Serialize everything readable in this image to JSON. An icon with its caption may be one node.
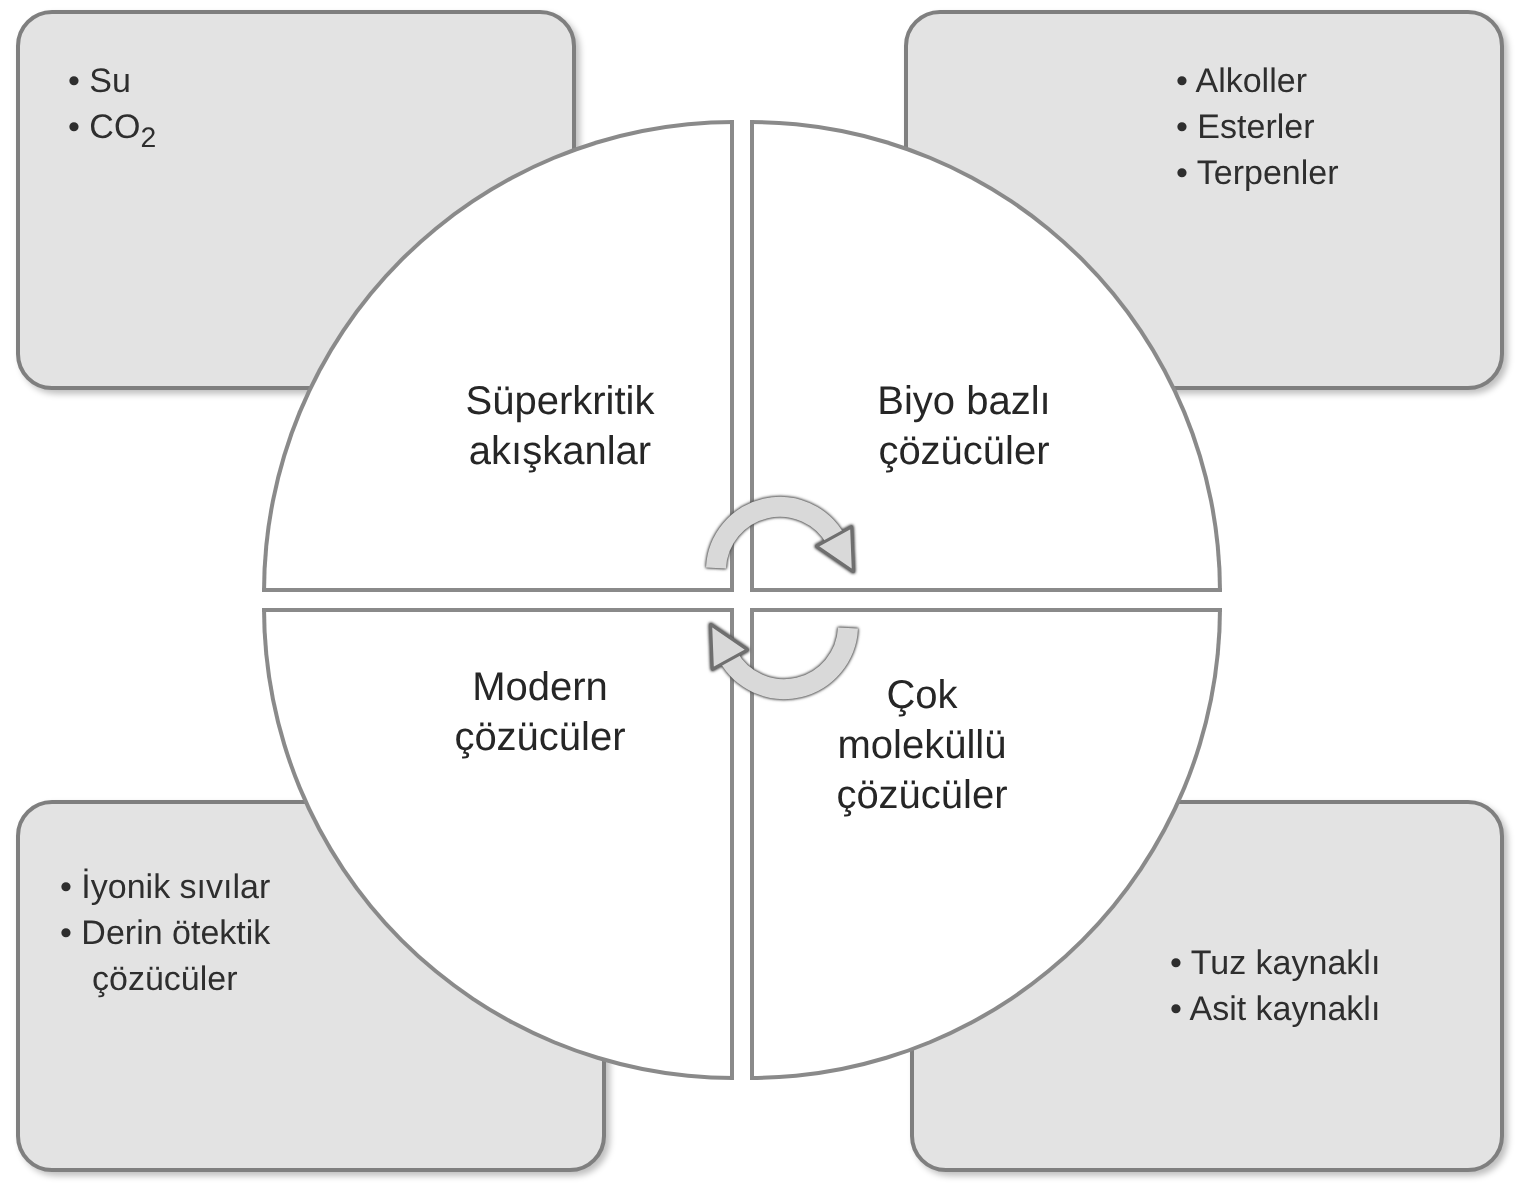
{
  "diagram": {
    "nodes": [
      {
        "text": [
          "• Su",
          "• CO$_{2}$"
        ]
      },
      {
        "text": [
          "• Alkoller",
          "• Esterler",
          "• Terpenler"
        ]
      },
      {
        "text": [
          "• İyonik sıvılar",
          "• Derin ötektik çözücüler"
        ]
      },
      {
        "text": [
          "• Tuz kaynaklı",
          "• Asit kaynaklı"
        ]
      },
      {
        "text": [
          "Süperkritik akışkanlar"
        ]
      },
      {
        "text": [
          "Biyo bazlı çözücüler"
        ]
      },
      {
        "text": [
          "Modern çözücüler"
        ]
      },
      {
        "text": [
          "Çok moleküllü çözücüler"
        ]
      }
    ],
    "edges": [
      {
        "from": 4,
        "to": 5,
        "arrow": "to"
      },
      {
        "from": 7,
        "to": 6,
        "arrow": "to"
      }
    ]
  }
}
